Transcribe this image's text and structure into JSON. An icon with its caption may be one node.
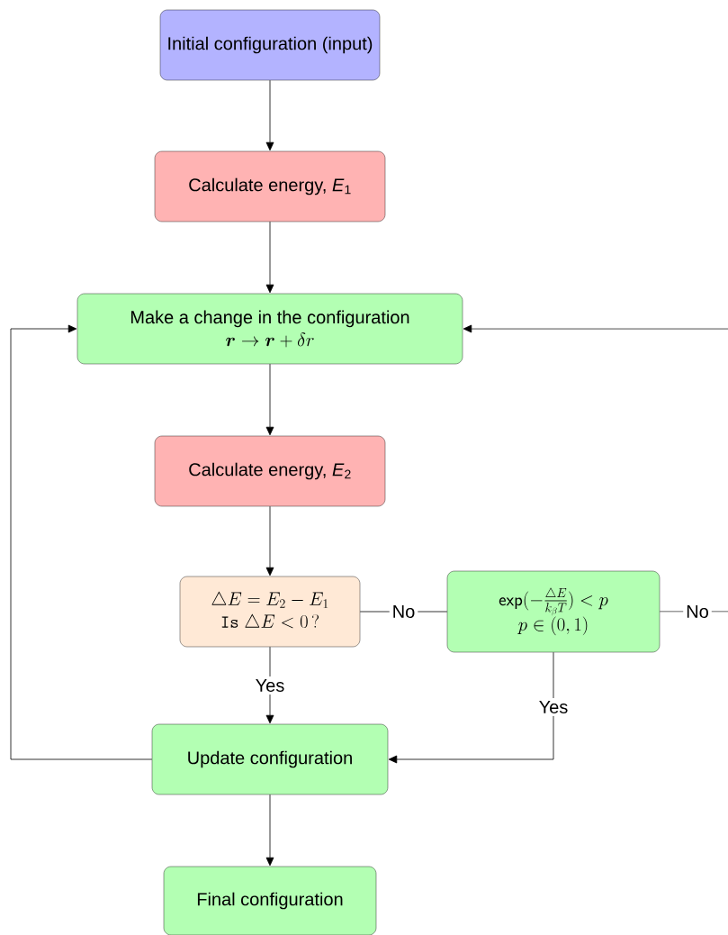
{
  "diagram": {
    "nodes": [
      {
        "text": [
          "Initial configuration (input)"
        ]
      },
      {
        "text": [
          "Calculate energy, *E*$_{1}$"
        ]
      },
      {
        "text": [
          "Make a change in the configuration",
          "\\boldsymbol{r} \\to \\boldsymbol{r} + \\delta r"
        ]
      },
      {
        "text": [
          "Calculate energy, *E*$_{2}$"
        ]
      },
      {
        "text": [
          "\\triangle E = E_2 - E_1",
          "\\texttt{Is}~\\triangle E < 0\\,?"
        ]
      },
      {
        "text": [
          "\\mathsf{exp}(-\\tfrac{\\triangle E}{k_\\beta T}) < p",
          "p \\in (0,1)"
        ]
      },
      {
        "text": [
          "Update configuration"
        ]
      },
      {
        "text": [
          "Final configuration"
        ]
      }
    ],
    "edges": [
      {
        "from": 0,
        "to": 1,
        "arrow": "to"
      },
      {
        "from": 1,
        "to": 2,
        "arrow": "to"
      },
      {
        "from": 2,
        "to": 3,
        "arrow": "to"
      },
      {
        "from": 3,
        "to": 4,
        "arrow": "to"
      },
      {
        "from": 4,
        "to": 5,
        "arrow": "none",
        "label": "No"
      },
      {
        "from": 4,
        "to": 6,
        "arrow": "to",
        "label": "Yes"
      },
      {
        "from": 5,
        "to": 2,
        "arrow": "to",
        "label": "No"
      },
      {
        "from": 5,
        "to": 6,
        "arrow": "to",
        "label": "Yes"
      },
      {
        "from": 6,
        "to": 2,
        "arrow": "to"
      },
      {
        "from": 6,
        "to": 7,
        "arrow": "to"
      }
    ]
  }
}
